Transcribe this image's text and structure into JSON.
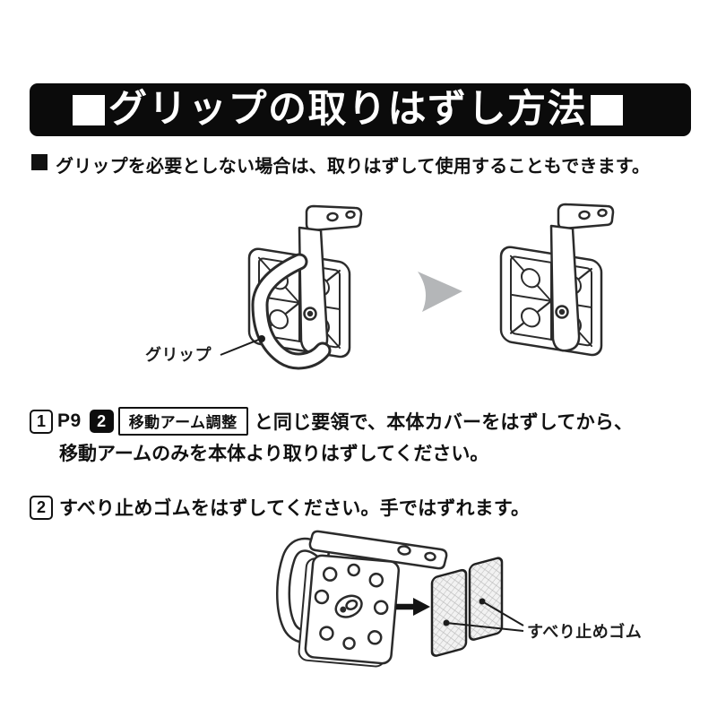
{
  "header": {
    "title": "グリップの取りはずし方法"
  },
  "intro": {
    "text": "グリップを必要としない場合は、取りはずして使用することもできます。"
  },
  "figure_top": {
    "grip_label": "グリップ"
  },
  "step1": {
    "number": "1",
    "page_ref": "P9",
    "badge_number": "2",
    "badge_label": "移動アーム調整",
    "line1": "と同じ要領で、本体カバーをはずしてから、",
    "line2": "移動アームのみを本体より取りはずしてください。"
  },
  "step2": {
    "number": "2",
    "text": "すべり止めゴムをはずしてください。手ではずれます。"
  },
  "figure_bottom": {
    "label": "すべり止めゴム"
  },
  "colors": {
    "banner_bg": "#0b0b0b",
    "text": "#111111",
    "line_art": "#2b2b2b",
    "gray_arrow": "#b4b6b8",
    "pad_fill": "#f2f2f2",
    "pad_hatch": "#bdbdbd"
  }
}
